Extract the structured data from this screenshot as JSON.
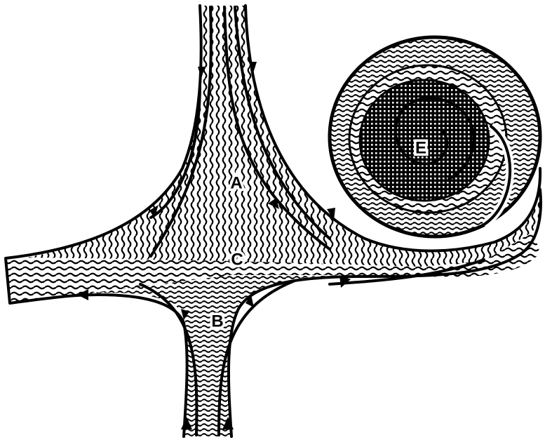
{
  "diagram": {
    "labels": {
      "upper_region": "A",
      "lower_region": "B",
      "confluence_zone": "C",
      "eddy_core": "E"
    },
    "colors": {
      "ink": "#000000",
      "paper": "#ffffff"
    },
    "icons": [
      "flow-arrowhead-icon"
    ]
  }
}
